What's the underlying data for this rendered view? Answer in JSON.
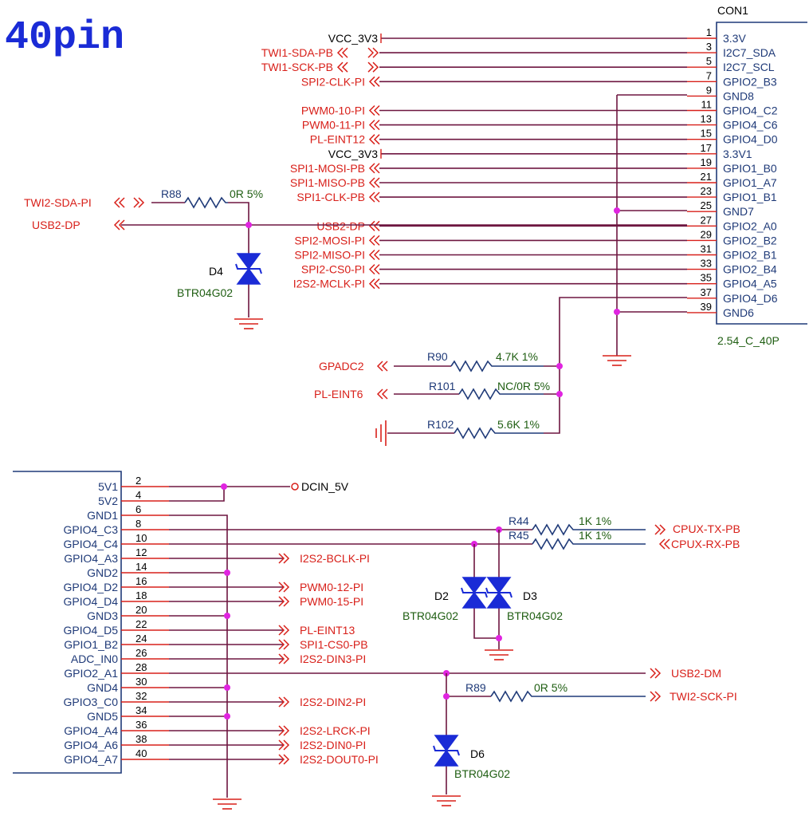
{
  "title": "40pin",
  "con1": {
    "ref": "CON1",
    "footprint": "2.54_C_40P",
    "pins": [
      {
        "num": "1",
        "name": "3.3V",
        "net": "VCC_3V3"
      },
      {
        "num": "3",
        "name": "I2C7_SDA",
        "net": "TWI1-SDA-PB"
      },
      {
        "num": "5",
        "name": "I2C7_SCL",
        "net": "TWI1-SCK-PB"
      },
      {
        "num": "7",
        "name": "GPIO2_B3",
        "net": "SPI2-CLK-PI"
      },
      {
        "num": "9",
        "name": "GND8",
        "net": ""
      },
      {
        "num": "11",
        "name": "GPIO4_C2",
        "net": "PWM0-10-PI"
      },
      {
        "num": "13",
        "name": "GPIO4_C6",
        "net": "PWM0-11-PI"
      },
      {
        "num": "15",
        "name": "GPIO4_D0",
        "net": "PL-EINT12"
      },
      {
        "num": "17",
        "name": "3.3V1",
        "net": "VCC_3V3"
      },
      {
        "num": "19",
        "name": "GPIO1_B0",
        "net": "SPI1-MOSI-PB"
      },
      {
        "num": "21",
        "name": "GPIO1_A7",
        "net": "SPI1-MISO-PB"
      },
      {
        "num": "23",
        "name": "GPIO1_B1",
        "net": "SPI1-CLK-PB"
      },
      {
        "num": "25",
        "name": "GND7",
        "net": ""
      },
      {
        "num": "27",
        "name": "GPIO2_A0",
        "net": "USB2-DP"
      },
      {
        "num": "29",
        "name": "GPIO2_B2",
        "net": "SPI2-MOSI-PI"
      },
      {
        "num": "31",
        "name": "GPIO2_B1",
        "net": "SPI2-MISO-PI"
      },
      {
        "num": "33",
        "name": "GPIO2_B4",
        "net": "SPI2-CS0-PI"
      },
      {
        "num": "35",
        "name": "GPIO4_A5",
        "net": "I2S2-MCLK-PI"
      },
      {
        "num": "37",
        "name": "GPIO4_D6",
        "net": ""
      },
      {
        "num": "39",
        "name": "GND6",
        "net": ""
      }
    ]
  },
  "con2": {
    "pins": [
      {
        "num": "2",
        "name": "5V1",
        "net": ""
      },
      {
        "num": "4",
        "name": "5V2",
        "net": ""
      },
      {
        "num": "6",
        "name": "GND1",
        "net": ""
      },
      {
        "num": "8",
        "name": "GPIO4_C3",
        "net": ""
      },
      {
        "num": "10",
        "name": "GPIO4_C4",
        "net": ""
      },
      {
        "num": "12",
        "name": "GPIO4_A3",
        "net": "I2S2-BCLK-PI"
      },
      {
        "num": "14",
        "name": "GND2",
        "net": ""
      },
      {
        "num": "16",
        "name": "GPIO4_D2",
        "net": "PWM0-12-PI"
      },
      {
        "num": "18",
        "name": "GPIO4_D4",
        "net": "PWM0-15-PI"
      },
      {
        "num": "20",
        "name": "GND3",
        "net": ""
      },
      {
        "num": "22",
        "name": "GPIO4_D5",
        "net": "PL-EINT13"
      },
      {
        "num": "24",
        "name": "GPIO1_B2",
        "net": "SPI1-CS0-PB"
      },
      {
        "num": "26",
        "name": "ADC_IN0",
        "net": "I2S2-DIN3-PI"
      },
      {
        "num": "28",
        "name": "GPIO2_A1",
        "net": ""
      },
      {
        "num": "30",
        "name": "GND4",
        "net": ""
      },
      {
        "num": "32",
        "name": "GPIO3_C0",
        "net": "I2S2-DIN2-PI"
      },
      {
        "num": "34",
        "name": "GND5",
        "net": ""
      },
      {
        "num": "36",
        "name": "GPIO4_A4",
        "net": "I2S2-LRCK-PI"
      },
      {
        "num": "38",
        "name": "GPIO4_A6",
        "net": "I2S2-DIN0-PI"
      },
      {
        "num": "40",
        "name": "GPIO4_A7",
        "net": "I2S2-DOUT0-PI"
      }
    ]
  },
  "top_left": {
    "twi2_sda": "TWI2-SDA-PI",
    "usb2_dp": "USB2-DP",
    "r88": {
      "ref": "R88",
      "value": "0R 5%"
    },
    "d4": {
      "ref": "D4",
      "part": "BTR04G02"
    }
  },
  "adc": {
    "gpadc2": "GPADC2",
    "pl_eint6": "PL-EINT6",
    "r90": {
      "ref": "R90",
      "value": "4.7K 1%"
    },
    "r101": {
      "ref": "R101",
      "value": "NC/0R 5%"
    },
    "r102": {
      "ref": "R102",
      "value": "5.6K 1%"
    }
  },
  "bottom": {
    "dcin": "DCIN_5V",
    "r44": {
      "ref": "R44",
      "value": "1K 1%"
    },
    "r45": {
      "ref": "R45",
      "value": "1K 1%"
    },
    "cpux_tx": "CPUX-TX-PB",
    "cpux_rx": "CPUX-RX-PB",
    "d2": {
      "ref": "D2",
      "part": "BTR04G02"
    },
    "d3": {
      "ref": "D3",
      "part": "BTR04G02"
    },
    "usb2_dm": "USB2-DM",
    "r89": {
      "ref": "R89",
      "value": "0R 5%"
    },
    "twi2_sck": "TWI2-SCK-PI",
    "d6": {
      "ref": "D6",
      "part": "BTR04G02"
    }
  }
}
